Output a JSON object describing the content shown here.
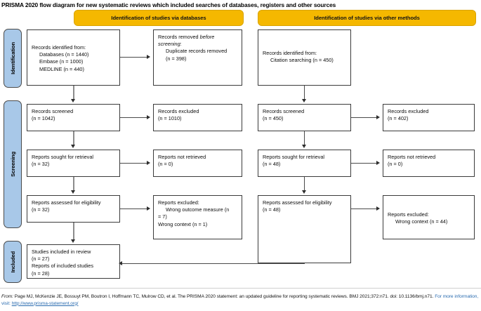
{
  "page_title": "PRISMA 2020 flow diagram for new systematic reviews which included searches of databases, registers and other sources",
  "colors": {
    "header_bar": "#f5b800",
    "stage_tab": "#a8c8e8",
    "box_border": "#3b3b3b",
    "link": "#2b6cb0"
  },
  "headers": {
    "databases": "Identification of studies via databases",
    "other": "Identification of studies via other methods"
  },
  "stages": [
    {
      "label": "Identification"
    },
    {
      "label": "Screening"
    },
    {
      "label": "Included"
    }
  ],
  "databases_column": {
    "identified": {
      "title": "Records identified from:",
      "items": [
        "Databases (n = 1440)",
        "Embase (n = 1000)",
        "MEDLINE (n = 440)"
      ]
    },
    "removed": {
      "line1": "Records removed ",
      "line1_italic": "before",
      "line2_italic": "screening",
      "line2_rest": ":",
      "items": [
        "Duplicate records removed",
        "(n = 398)"
      ]
    },
    "screened": {
      "line1": "Records screened",
      "line2": "(n = 1042)"
    },
    "excluded": {
      "line1": "Records excluded",
      "line2": "(n = 1010)"
    },
    "sought": {
      "line1": "Reports sought for retrieval",
      "line2": "(n = 32)"
    },
    "not_retrieved": {
      "line1": "Reports not retrieved",
      "line2": "(n = 0)"
    },
    "assessed": {
      "line1": "Reports assessed for eligibility",
      "line2": "(n = 32)"
    },
    "reports_excluded": {
      "title": "Reports excluded:",
      "items": [
        "Wrong outcome measure (n",
        "= 7)",
        "Wrong context (n = 1)"
      ]
    }
  },
  "other_column": {
    "identified": {
      "title": "Records identified from:",
      "items": [
        "Citation searching (n = 450)"
      ]
    },
    "screened": {
      "line1": "Records screened",
      "line2": "(n = 450)"
    },
    "excluded": {
      "line1": "Records excluded",
      "line2": "(n = 402)"
    },
    "sought": {
      "line1": "Reports sought for retrieval",
      "line2": "(n = 48)"
    },
    "not_retrieved": {
      "line1": "Reports not retrieved",
      "line2": "(n = 0)"
    },
    "assessed": {
      "line1": "Reports assessed for eligibility",
      "line2": "(n = 48)"
    },
    "reports_excluded": {
      "title": "Reports excluded:",
      "items": [
        "Wrong context (n = 44)"
      ]
    }
  },
  "included_box": {
    "line1": "Studies included in review",
    "line2": "(n = 27)",
    "line3": "Reports of included studies",
    "line4": "(n = 28)"
  },
  "footer": {
    "from_label": "From:",
    "citation": "Page MJ, McKenzie JE, Bossuyt PM, Boutron I, Hoffmann TC, Mulrow CD, et al. The PRISMA 2020 statement: an updated guideline for reporting systematic reviews. BMJ 2021;372:n71.",
    "doi": "doi: 10.1136/bmj.n71.",
    "more_info": "For more information, visit:",
    "url": "http://www.prisma-statement.org/"
  }
}
